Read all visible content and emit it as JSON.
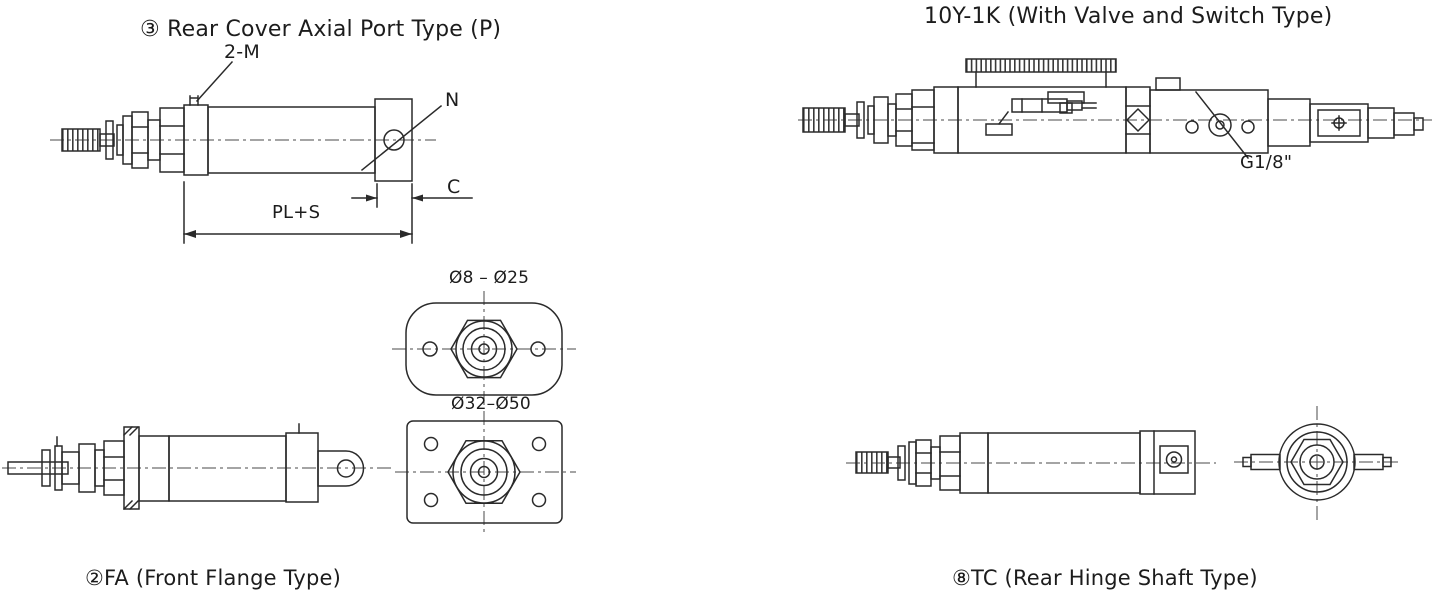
{
  "page": {
    "background": "#ffffff",
    "ink": "#2a2a2a"
  },
  "sections": {
    "rear_cover_axial": {
      "title": "③ Rear Cover Axial Port Type (P)",
      "labels": {
        "thread": "2-M",
        "port": "N",
        "c_dim": "C",
        "length_dim": "PL+S"
      }
    },
    "valve_switch": {
      "title": "10Y-1K (With Valve and Switch Type)",
      "labels": {
        "port": "G1/8\""
      }
    },
    "flange_views": {
      "small_range": "Ø8 – Ø25",
      "large_range": "Ø32–Ø50"
    },
    "front_flange": {
      "title": "②FA (Front Flange Type)"
    },
    "rear_hinge": {
      "title": "⑧TC (Rear Hinge Shaft Type)"
    }
  }
}
